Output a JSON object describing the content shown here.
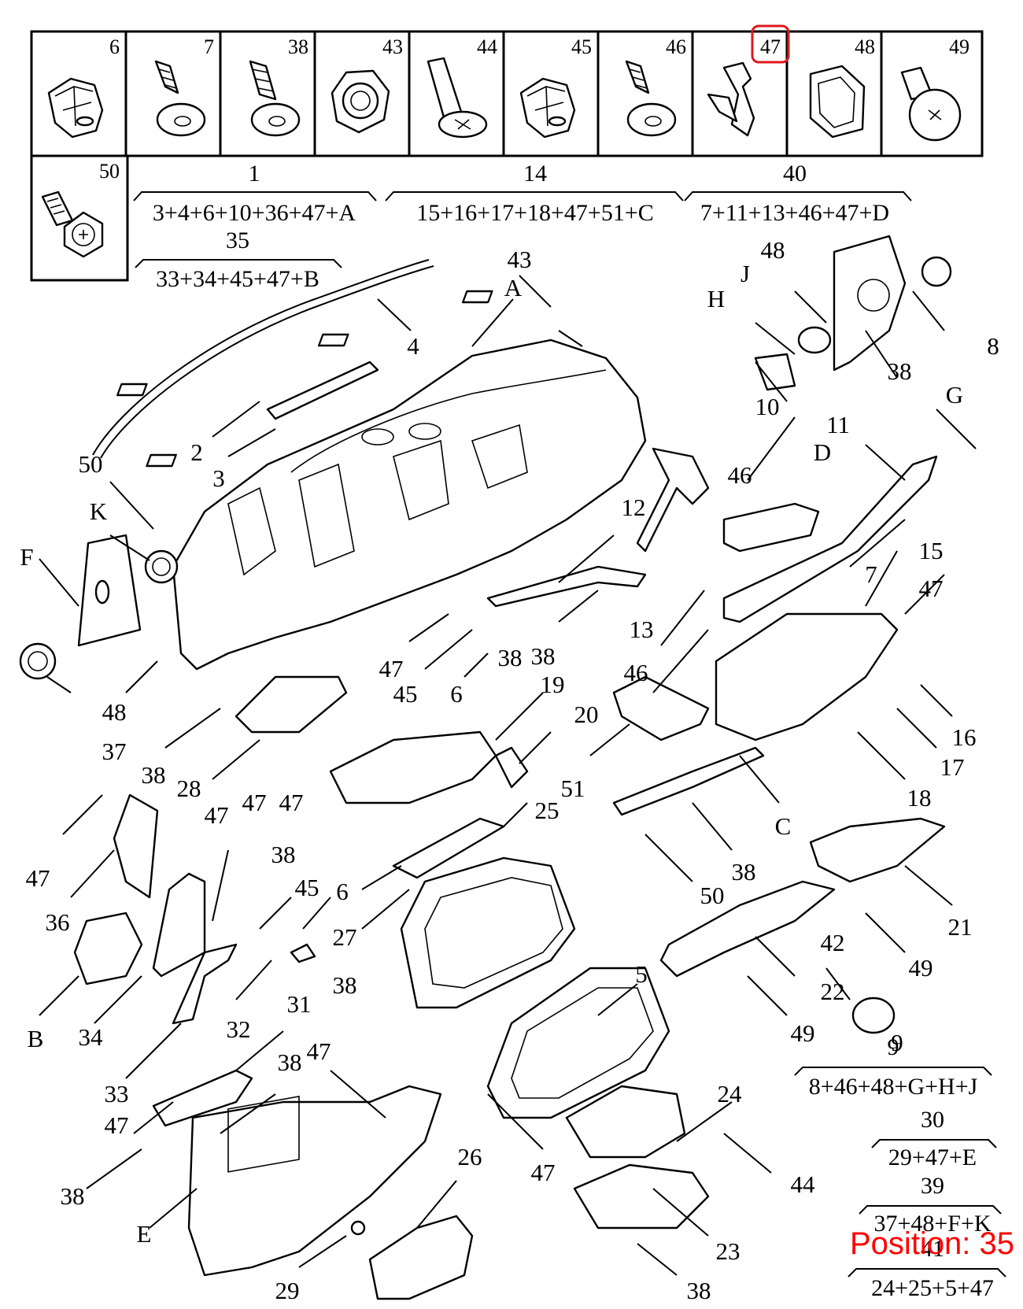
{
  "parts_table": [
    {
      "number": "6",
      "icon": "clip-icon"
    },
    {
      "number": "7",
      "icon": "screw-icon"
    },
    {
      "number": "38",
      "icon": "screw-icon"
    },
    {
      "number": "43",
      "icon": "hex-nut-icon"
    },
    {
      "number": "44",
      "icon": "screw-icon"
    },
    {
      "number": "45",
      "icon": "clip-icon"
    },
    {
      "number": "46",
      "icon": "screw-icon"
    },
    {
      "number": "47",
      "icon": "spring-clip-icon",
      "highlighted": true,
      "highlight_color": "#e0191e"
    },
    {
      "number": "48",
      "icon": "spring-clip-icon"
    },
    {
      "number": "49",
      "icon": "push-rivet-icon"
    },
    {
      "number": "50",
      "icon": "flange-bolt-icon"
    }
  ],
  "assemblies": [
    {
      "id": "1",
      "contents": "3+4+6+10+36+47+A"
    },
    {
      "id": "14",
      "contents": "15+16+17+18+47+51+C"
    },
    {
      "id": "40",
      "contents": "7+11+13+46+47+D"
    },
    {
      "id": "35",
      "contents": "33+34+45+47+B"
    },
    {
      "id": "9",
      "contents": "8+46+48+G+H+J"
    },
    {
      "id": "30",
      "contents": "29+47+E"
    },
    {
      "id": "39",
      "contents": "37+48+F+K"
    },
    {
      "id": "41",
      "contents": "24+25+5+47"
    }
  ],
  "callouts": [
    "43",
    "A",
    "4",
    "2",
    "3",
    "50",
    "K",
    "F",
    "48",
    "37",
    "38",
    "28",
    "47",
    "47",
    "47",
    "12",
    "47",
    "45",
    "6",
    "38",
    "38",
    "19",
    "20",
    "51",
    "25",
    "27",
    "38",
    "36",
    "47",
    "34",
    "B",
    "38",
    "45",
    "6",
    "32",
    "33",
    "31",
    "47",
    "38",
    "47",
    "38",
    "E",
    "29",
    "26",
    "5",
    "24",
    "47",
    "23",
    "38",
    "44",
    "13",
    "46",
    "46",
    "10",
    "H",
    "J",
    "48",
    "8",
    "38",
    "G",
    "11",
    "D",
    "7",
    "15",
    "47",
    "16",
    "17",
    "18",
    "C",
    "38",
    "50",
    "21",
    "49",
    "22",
    "42",
    "49",
    "9"
  ],
  "position_overlay": "Position: 35",
  "colors": {
    "line": "#000000",
    "highlight": "#e0191e",
    "overlay_text": "#ff0000",
    "background": "#ffffff"
  }
}
